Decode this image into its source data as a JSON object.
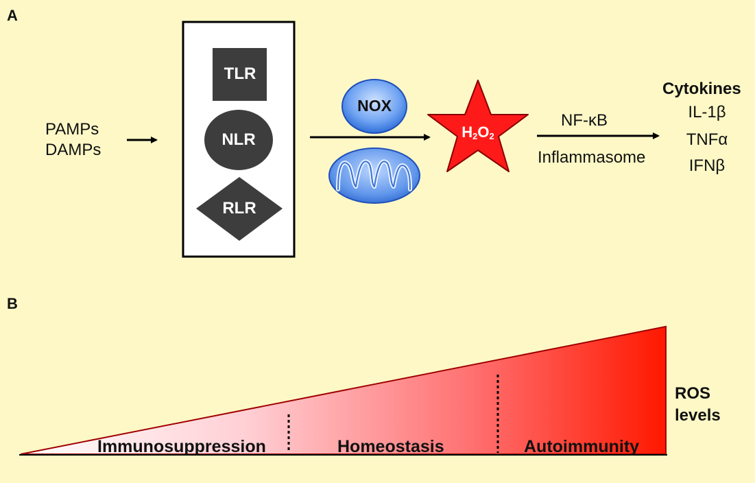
{
  "panel_a": {
    "label": "A",
    "inputs": [
      "PAMPs",
      "DAMPs"
    ],
    "receptors": {
      "tlr": "TLR",
      "nlr": "NLR",
      "rlr": "RLR"
    },
    "nox": "NOX",
    "h2o2": {
      "h": "H",
      "sub1": "2",
      "o": "O",
      "sub2": "2"
    },
    "pathway_above": "NF-κB",
    "pathway_below": "Inflammasome",
    "cytokines_title": "Cytokines",
    "cytokines": [
      "IL-1β",
      "TNFα",
      "IFNβ"
    ]
  },
  "panel_b": {
    "label": "B",
    "zones": [
      "Immunosuppression",
      "Homeostasis",
      "Autoimmunity"
    ],
    "ros_label_line1": "ROS",
    "ros_label_line2": "levels"
  },
  "colors": {
    "background": "#fdf8c6",
    "receptor_fill": "#3d3d3d",
    "star_fill": "#ff1a1a",
    "nox_fill": "#3f7fe0",
    "gradient_start": "#ffffff",
    "gradient_end": "#ff1a00",
    "triangle_border": "#a00000"
  }
}
